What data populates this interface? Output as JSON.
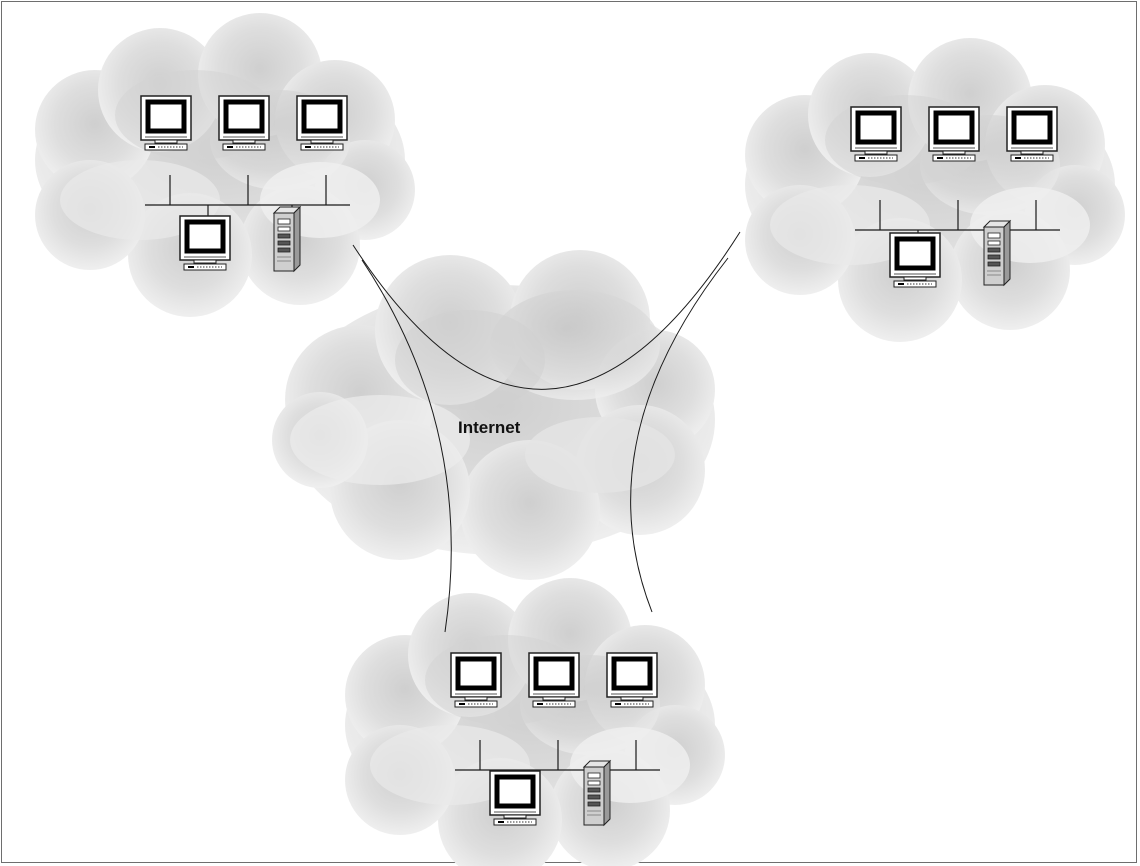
{
  "diagram": {
    "internet_label": "Internet",
    "networks": [
      {
        "id": "lan-top-left",
        "workstations": 4,
        "servers": 1
      },
      {
        "id": "lan-top-right",
        "workstations": 4,
        "servers": 1
      },
      {
        "id": "lan-bottom",
        "workstations": 4,
        "servers": 1
      }
    ],
    "links": [
      {
        "from": "lan-top-left",
        "to": "lan-top-right",
        "via": "internet"
      },
      {
        "from": "lan-top-left",
        "to": "lan-bottom",
        "via": "internet"
      },
      {
        "from": "lan-top-right",
        "to": "lan-bottom",
        "via": "internet"
      }
    ],
    "colors": {
      "cloud_light": "#f2f2f2",
      "cloud_dark": "#b9b9b9",
      "line": "#1a1a1a"
    }
  }
}
